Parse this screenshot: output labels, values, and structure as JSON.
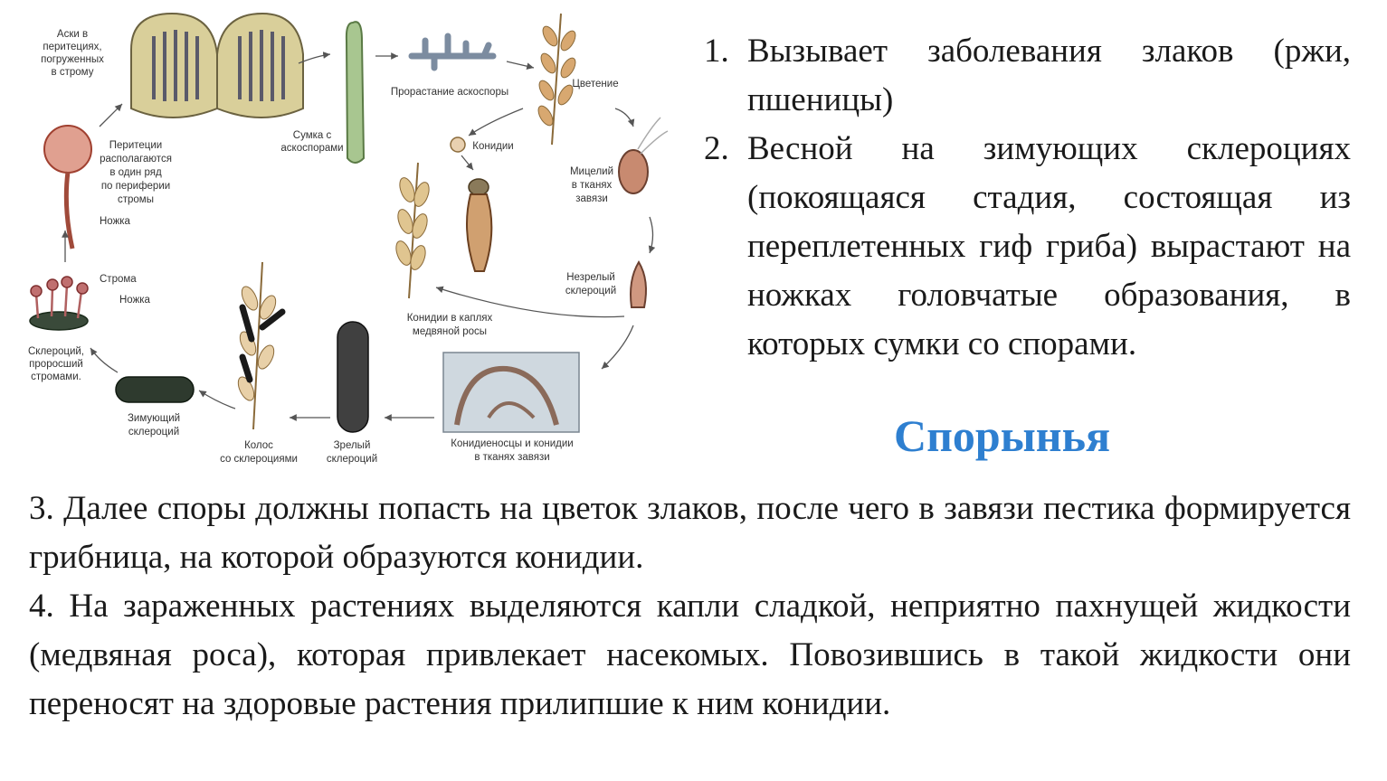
{
  "diagram": {
    "labels": {
      "asci": [
        "Аски в",
        "перитециях,",
        "погруженных",
        "в строму"
      ],
      "sac": [
        "Сумка с",
        "аскоспорами"
      ],
      "germ": "Прорастание аскоспоры",
      "flowering": "Цветение",
      "conidium": "Конидии",
      "perithecia": [
        "Перитеции",
        "располагаются",
        "в один ряд",
        "по периферии",
        "стромы"
      ],
      "stalk_top": "Ножка",
      "mycelium": [
        "Мицелий",
        "в тканях",
        "завязи"
      ],
      "stroma": "Строма",
      "stalk": "Ножка",
      "immature": [
        "Незрелый",
        "склероций"
      ],
      "sprouted": [
        "Склероций,",
        "проросший",
        "стромами."
      ],
      "droplets": [
        "Конидии в каплях",
        "медвяной росы"
      ],
      "wintering": [
        "Зимующий",
        "склероций"
      ],
      "ear": [
        "Колос",
        "со склероциями"
      ],
      "mature": [
        "Зрелый",
        "склероций"
      ],
      "conidiophores": [
        "Конидиеносцы и конидии",
        "в тканях завязи"
      ]
    }
  },
  "points": [
    {
      "num": "1.",
      "text": "Вызывает заболевания злаков (ржи, пшеницы)"
    },
    {
      "num": "2.",
      "text": "Весной на зимующих склероциях (покоящаяся стадия, состоящая из переплетенных гиф гриба) вырастают на ножках головчатые образования, в которых сумки со спорами."
    }
  ],
  "title": "Спорынья",
  "paragraphs": [
    "3. Далее споры должны попасть на цветок злаков, после чего в завязи пестика формируется грибница, на которой образуются конидии.",
    "4. На зараженных растениях  выделяются капли сладкой,  неприятно пахнущей жидкости (медвяная роса), которая привлекает насекомых. Повозившись в такой жидкости они переносят на здоровые растения прилипшие к ним конидии."
  ]
}
